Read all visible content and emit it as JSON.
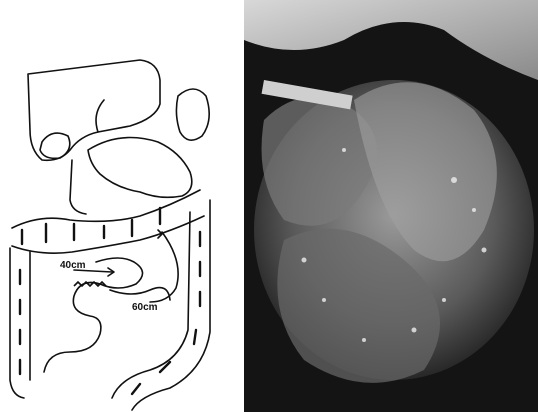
{
  "diagram": {
    "label_bypass_length": "40cm",
    "label_loop_length": "60cm"
  },
  "photo": {
    "subject": "operative-photo-intestine"
  },
  "colors": {
    "ink": "#111111",
    "photo_dark": "#141414",
    "photo_light": "#d8d8d8"
  }
}
